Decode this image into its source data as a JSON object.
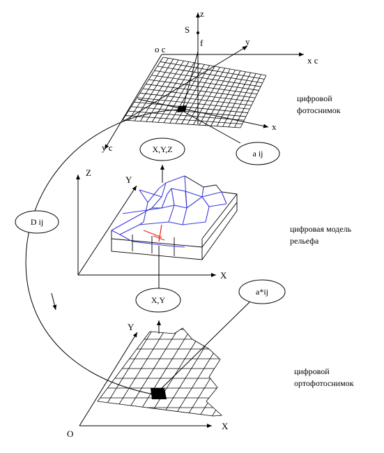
{
  "photo": {
    "axis_z": "z",
    "axis_s": "S",
    "axis_f": "f",
    "axis_y": "y",
    "axis_oc": "o c",
    "axis_xc": "x c",
    "axis_x": "x",
    "axis_yc": "y c",
    "caption_line1": "цифровой",
    "caption_line2": "фотоснимок"
  },
  "dem": {
    "axis_z": "Z",
    "axis_y": "Y",
    "axis_x": "X",
    "caption_line1": "цифровая модель",
    "caption_line2": "рельефа",
    "mesh_color": "#3a3ad8",
    "vector_color": "#e02020"
  },
  "ortho": {
    "axis_y": "Y",
    "axis_x": "X",
    "axis_o": "O",
    "caption_line1": "цифровой",
    "caption_line2": "ортофотоснимок"
  },
  "labels": {
    "xyz": "X,Y,Z",
    "aij": "a ij",
    "dij": "D ij",
    "xy": "X,Y",
    "a_star_ij": "a*ij"
  }
}
